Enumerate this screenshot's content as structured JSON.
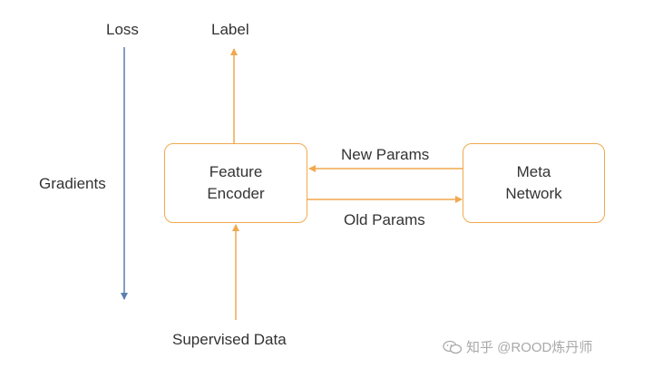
{
  "labels": {
    "loss": "Loss",
    "gradients": "Gradients",
    "label": "Label",
    "supervised_data": "Supervised Data",
    "new_params": "New Params",
    "old_params": "Old Params"
  },
  "boxes": {
    "feature_encoder": {
      "line1": "Feature",
      "line2": "Encoder"
    },
    "meta_network": {
      "line1": "Meta",
      "line2": "Network"
    }
  },
  "watermark": {
    "text": "知乎 @ROOD炼丹师"
  },
  "colors": {
    "accent_orange": "#f0a94f",
    "gradient_blue": "#5b7fae",
    "text": "#333333"
  },
  "icons": {
    "watermark_logo": "chat-bubbles-icon"
  }
}
